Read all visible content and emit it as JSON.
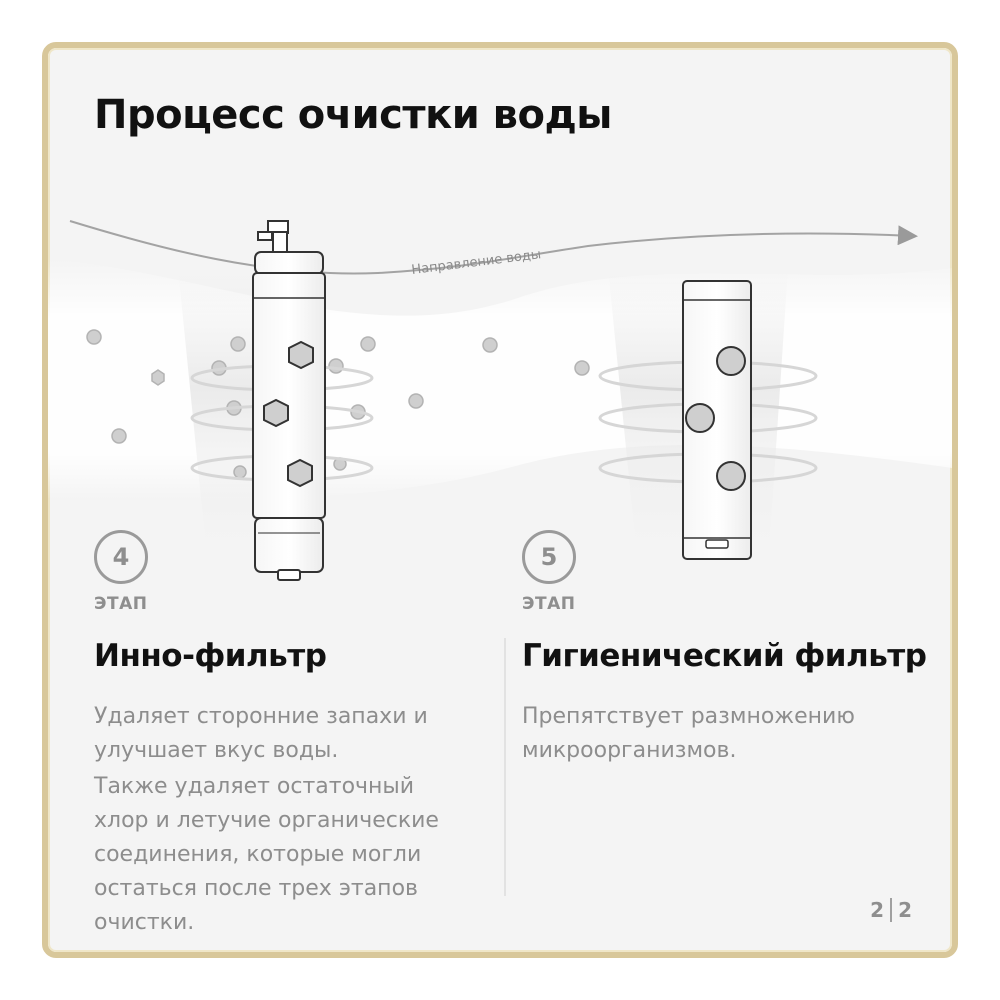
{
  "title": "Процесс очистки воды",
  "flow_label": "Направление воды",
  "stages": [
    {
      "number": "4",
      "stage_label": "ЭТАП",
      "name": "Инно-фильтр",
      "descriptions": [
        "Удаляет сторонние запахи и улучшает вкус воды.",
        "Также удаляет остаточный хлор и летучие органические соединения, которые могли остаться после трех этапов очистки."
      ]
    },
    {
      "number": "5",
      "stage_label": "ЭТАП",
      "name": "Гигиенический фильтр",
      "descriptions": [
        "Препятствует размножению микроорганизмов."
      ]
    }
  ],
  "pager": {
    "current": "2",
    "total": "2"
  },
  "colors": {
    "border": "#d8c79a",
    "muted": "#8d8d8d",
    "title": "#111111"
  }
}
